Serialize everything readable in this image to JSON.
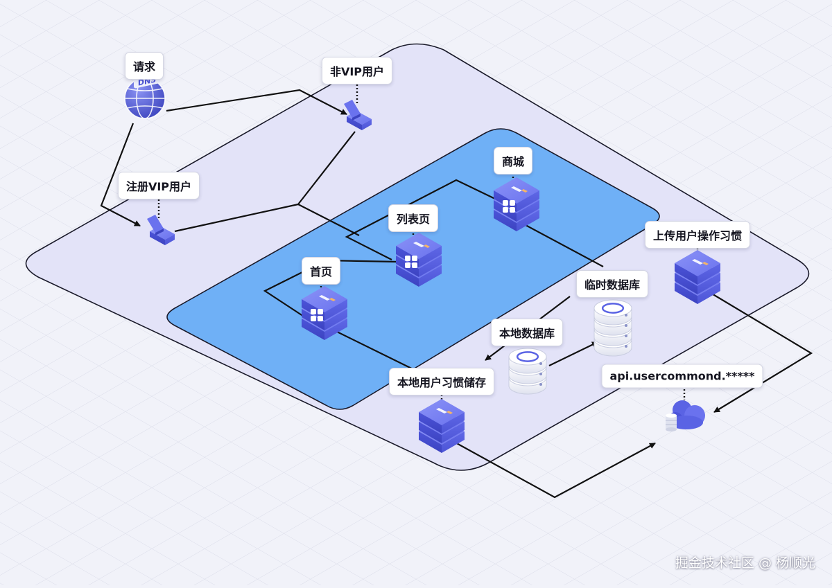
{
  "labels": {
    "request": "请求",
    "non_vip_user": "非VIP用户",
    "register_vip_user": "注册VIP用户",
    "mall": "商城",
    "list_page": "列表页",
    "home_page": "首页",
    "upload_user_habits": "上传用户操作习惯",
    "temp_database": "临时数据库",
    "local_database": "本地数据库",
    "local_habit_storage": "本地用户习惯储存",
    "api_endpoint": "api.usercommond.*****"
  },
  "globe_text": "DNS",
  "watermark": "掘金技术社区 @ 杨顺光",
  "colors": {
    "background": "#f1f2f9",
    "outer_region": "#e3e3f8",
    "inner_region": "#6fb0f6",
    "server_blue": "#5a63e4",
    "line": "#111111"
  }
}
